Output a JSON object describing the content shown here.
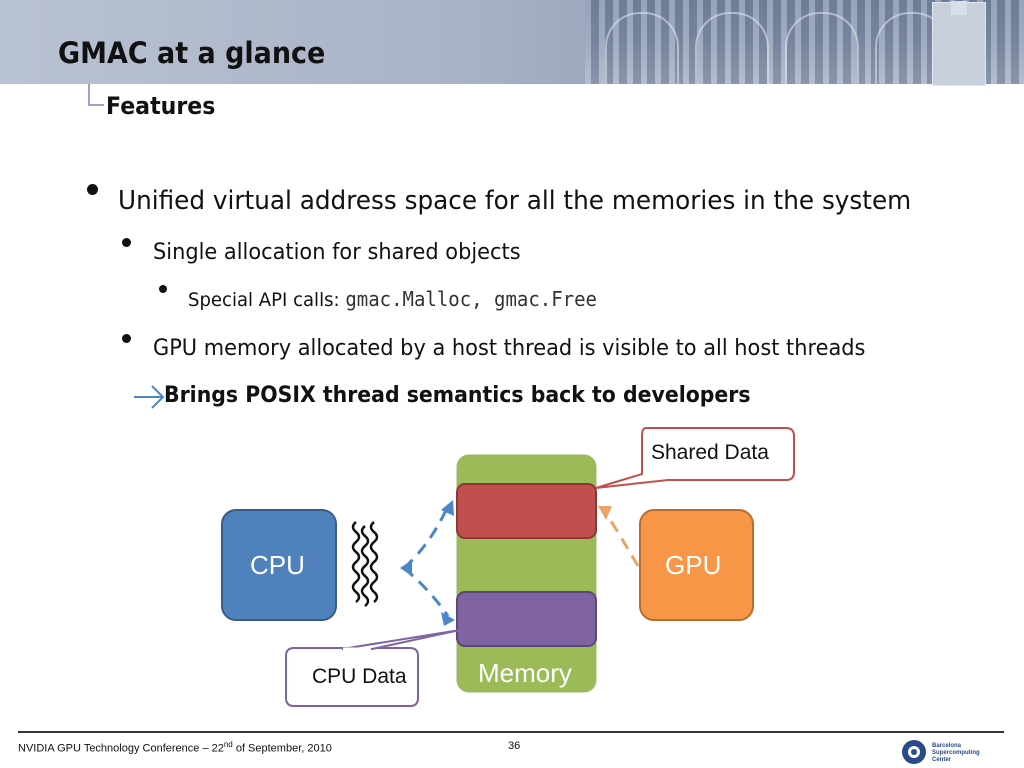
{
  "slide": {
    "title": "GMAC at a glance",
    "subtitle": "Features",
    "bullets": {
      "b1": "Unified virtual address space for all the memories in the system",
      "b2": "Single allocation for shared objects",
      "b3_prefix": "Special API calls: ",
      "b3_code": "gmac.Malloc, gmac.Free",
      "b4": "GPU memory allocated by a host thread is visible to all host threads",
      "b5": "Brings POSIX thread semantics back to developers"
    }
  },
  "diagram": {
    "cpu_label": "CPU",
    "gpu_label": "GPU",
    "memory_label": "Memory",
    "shared_data_callout": "Shared Data",
    "cpu_data_callout": "CPU Data",
    "colors": {
      "cpu": "#4f81bd",
      "gpu": "#f79646",
      "memory": "#9bbb59",
      "shared": "#c0504d",
      "cpu_data": "#8064a2",
      "arrows": "#4a86c8",
      "gpu_arrow": "#e9a46a"
    }
  },
  "footer": {
    "conference_prefix": "NVIDIA GPU Technology Conference – 22",
    "conference_sup": "nd",
    "conference_suffix": " of September, 2010",
    "page_number": "36",
    "logo_text": "Barcelona Supercomputing Center"
  }
}
